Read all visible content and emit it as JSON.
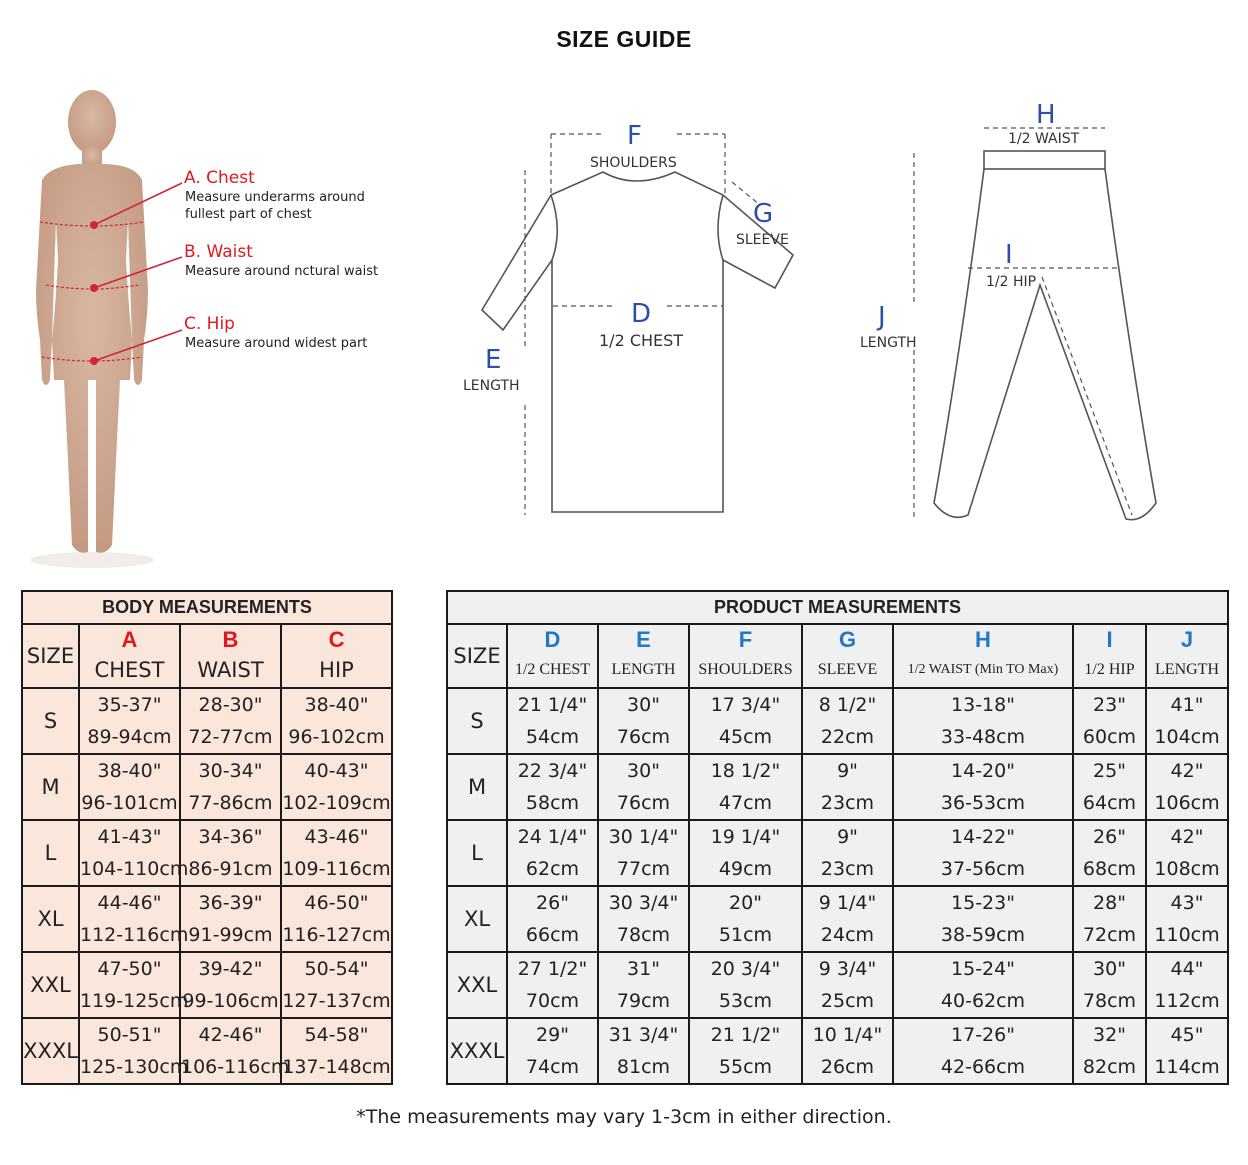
{
  "title": "SIZE GUIDE",
  "figure": {
    "chest_title": "A. Chest",
    "chest_desc_1": "Measure underarms around",
    "chest_desc_2": "fullest part of chest",
    "waist_title": "B. Waist",
    "waist_desc": "Measure around nctural waist",
    "hip_title": "C. Hip",
    "hip_desc": "Measure around widest part"
  },
  "shirt": {
    "f_letter": "F",
    "f_label": "SHOULDERS",
    "g_letter": "G",
    "g_label": "SLEEVE",
    "d_letter": "D",
    "d_label": "1/2 CHEST",
    "e_letter": "E",
    "e_label": "LENGTH"
  },
  "pants": {
    "h_letter": "H",
    "h_label": "1/2 WAIST",
    "i_letter": "I",
    "i_label": "1/2 HIP",
    "j_letter": "J",
    "j_label": "LENGTH"
  },
  "colors": {
    "body_bg": "#fbe6dc",
    "product_bg": "#f0f0f0",
    "letter_red": "#e0191e",
    "letter_blue": "#1f78c8"
  },
  "body_table": {
    "title": "BODY MEASUREMENTS",
    "size_header": "SIZE",
    "columns": [
      {
        "letter": "A",
        "label": "CHEST"
      },
      {
        "letter": "B",
        "label": "WAIST"
      },
      {
        "letter": "C",
        "label": "HIP"
      }
    ],
    "rows": [
      {
        "size": "S",
        "cells": [
          [
            "35-37\"",
            "89-94cm"
          ],
          [
            "28-30\"",
            "72-77cm"
          ],
          [
            "38-40\"",
            "96-102cm"
          ]
        ]
      },
      {
        "size": "M",
        "cells": [
          [
            "38-40\"",
            "96-101cm"
          ],
          [
            "30-34\"",
            "77-86cm"
          ],
          [
            "40-43\"",
            "102-109cm"
          ]
        ]
      },
      {
        "size": "L",
        "cells": [
          [
            "41-43\"",
            "104-110cm"
          ],
          [
            "34-36\"",
            "86-91cm"
          ],
          [
            "43-46\"",
            "109-116cm"
          ]
        ]
      },
      {
        "size": "XL",
        "cells": [
          [
            "44-46\"",
            "112-116cm"
          ],
          [
            "36-39\"",
            "91-99cm"
          ],
          [
            "46-50\"",
            "116-127cm"
          ]
        ]
      },
      {
        "size": "XXL",
        "cells": [
          [
            "47-50\"",
            "119-125cm"
          ],
          [
            "39-42\"",
            "99-106cm"
          ],
          [
            "50-54\"",
            "127-137cm"
          ]
        ]
      },
      {
        "size": "XXXL",
        "cells": [
          [
            "50-51\"",
            "125-130cm"
          ],
          [
            "42-46\"",
            "106-116cm"
          ],
          [
            "54-58\"",
            "137-148cm"
          ]
        ]
      }
    ]
  },
  "product_table": {
    "title": "PRODUCT MEASUREMENTS",
    "size_header": "SIZE",
    "columns": [
      {
        "letter": "D",
        "label": "1/2 CHEST"
      },
      {
        "letter": "E",
        "label": "LENGTH"
      },
      {
        "letter": "F",
        "label": "SHOULDERS"
      },
      {
        "letter": "G",
        "label": "SLEEVE"
      },
      {
        "letter": "H",
        "label": "1/2 WAIST (Min TO Max)"
      },
      {
        "letter": "I",
        "label": "1/2 HIP"
      },
      {
        "letter": "J",
        "label": "LENGTH"
      }
    ],
    "rows": [
      {
        "size": "S",
        "cells": [
          [
            "21 1/4\"",
            "54cm"
          ],
          [
            "30\"",
            "76cm"
          ],
          [
            "17 3/4\"",
            "45cm"
          ],
          [
            "8 1/2\"",
            "22cm"
          ],
          [
            "13-18\"",
            "33-48cm"
          ],
          [
            "23\"",
            "60cm"
          ],
          [
            "41\"",
            "104cm"
          ]
        ]
      },
      {
        "size": "M",
        "cells": [
          [
            "22 3/4\"",
            "58cm"
          ],
          [
            "30\"",
            "76cm"
          ],
          [
            "18 1/2\"",
            "47cm"
          ],
          [
            "9\"",
            "23cm"
          ],
          [
            "14-20\"",
            "36-53cm"
          ],
          [
            "25\"",
            "64cm"
          ],
          [
            "42\"",
            "106cm"
          ]
        ]
      },
      {
        "size": "L",
        "cells": [
          [
            "24 1/4\"",
            "62cm"
          ],
          [
            "30 1/4\"",
            "77cm"
          ],
          [
            "19 1/4\"",
            "49cm"
          ],
          [
            "9\"",
            "23cm"
          ],
          [
            "14-22\"",
            "37-56cm"
          ],
          [
            "26\"",
            "68cm"
          ],
          [
            "42\"",
            "108cm"
          ]
        ]
      },
      {
        "size": "XL",
        "cells": [
          [
            "26\"",
            "66cm"
          ],
          [
            "30 3/4\"",
            "78cm"
          ],
          [
            "20\"",
            "51cm"
          ],
          [
            "9 1/4\"",
            "24cm"
          ],
          [
            "15-23\"",
            "38-59cm"
          ],
          [
            "28\"",
            "72cm"
          ],
          [
            "43\"",
            "110cm"
          ]
        ]
      },
      {
        "size": "XXL",
        "cells": [
          [
            "27 1/2\"",
            "70cm"
          ],
          [
            "31\"",
            "79cm"
          ],
          [
            "20 3/4\"",
            "53cm"
          ],
          [
            "9 3/4\"",
            "25cm"
          ],
          [
            "15-24\"",
            "40-62cm"
          ],
          [
            "30\"",
            "78cm"
          ],
          [
            "44\"",
            "112cm"
          ]
        ]
      },
      {
        "size": "XXXL",
        "cells": [
          [
            "29\"",
            "74cm"
          ],
          [
            "31 3/4\"",
            "81cm"
          ],
          [
            "21 1/2\"",
            "55cm"
          ],
          [
            "10 1/4\"",
            "26cm"
          ],
          [
            "17-26\"",
            "42-66cm"
          ],
          [
            "32\"",
            "82cm"
          ],
          [
            "45\"",
            "114cm"
          ]
        ]
      }
    ]
  },
  "footnote": "*The measurements may vary 1-3cm in either direction."
}
